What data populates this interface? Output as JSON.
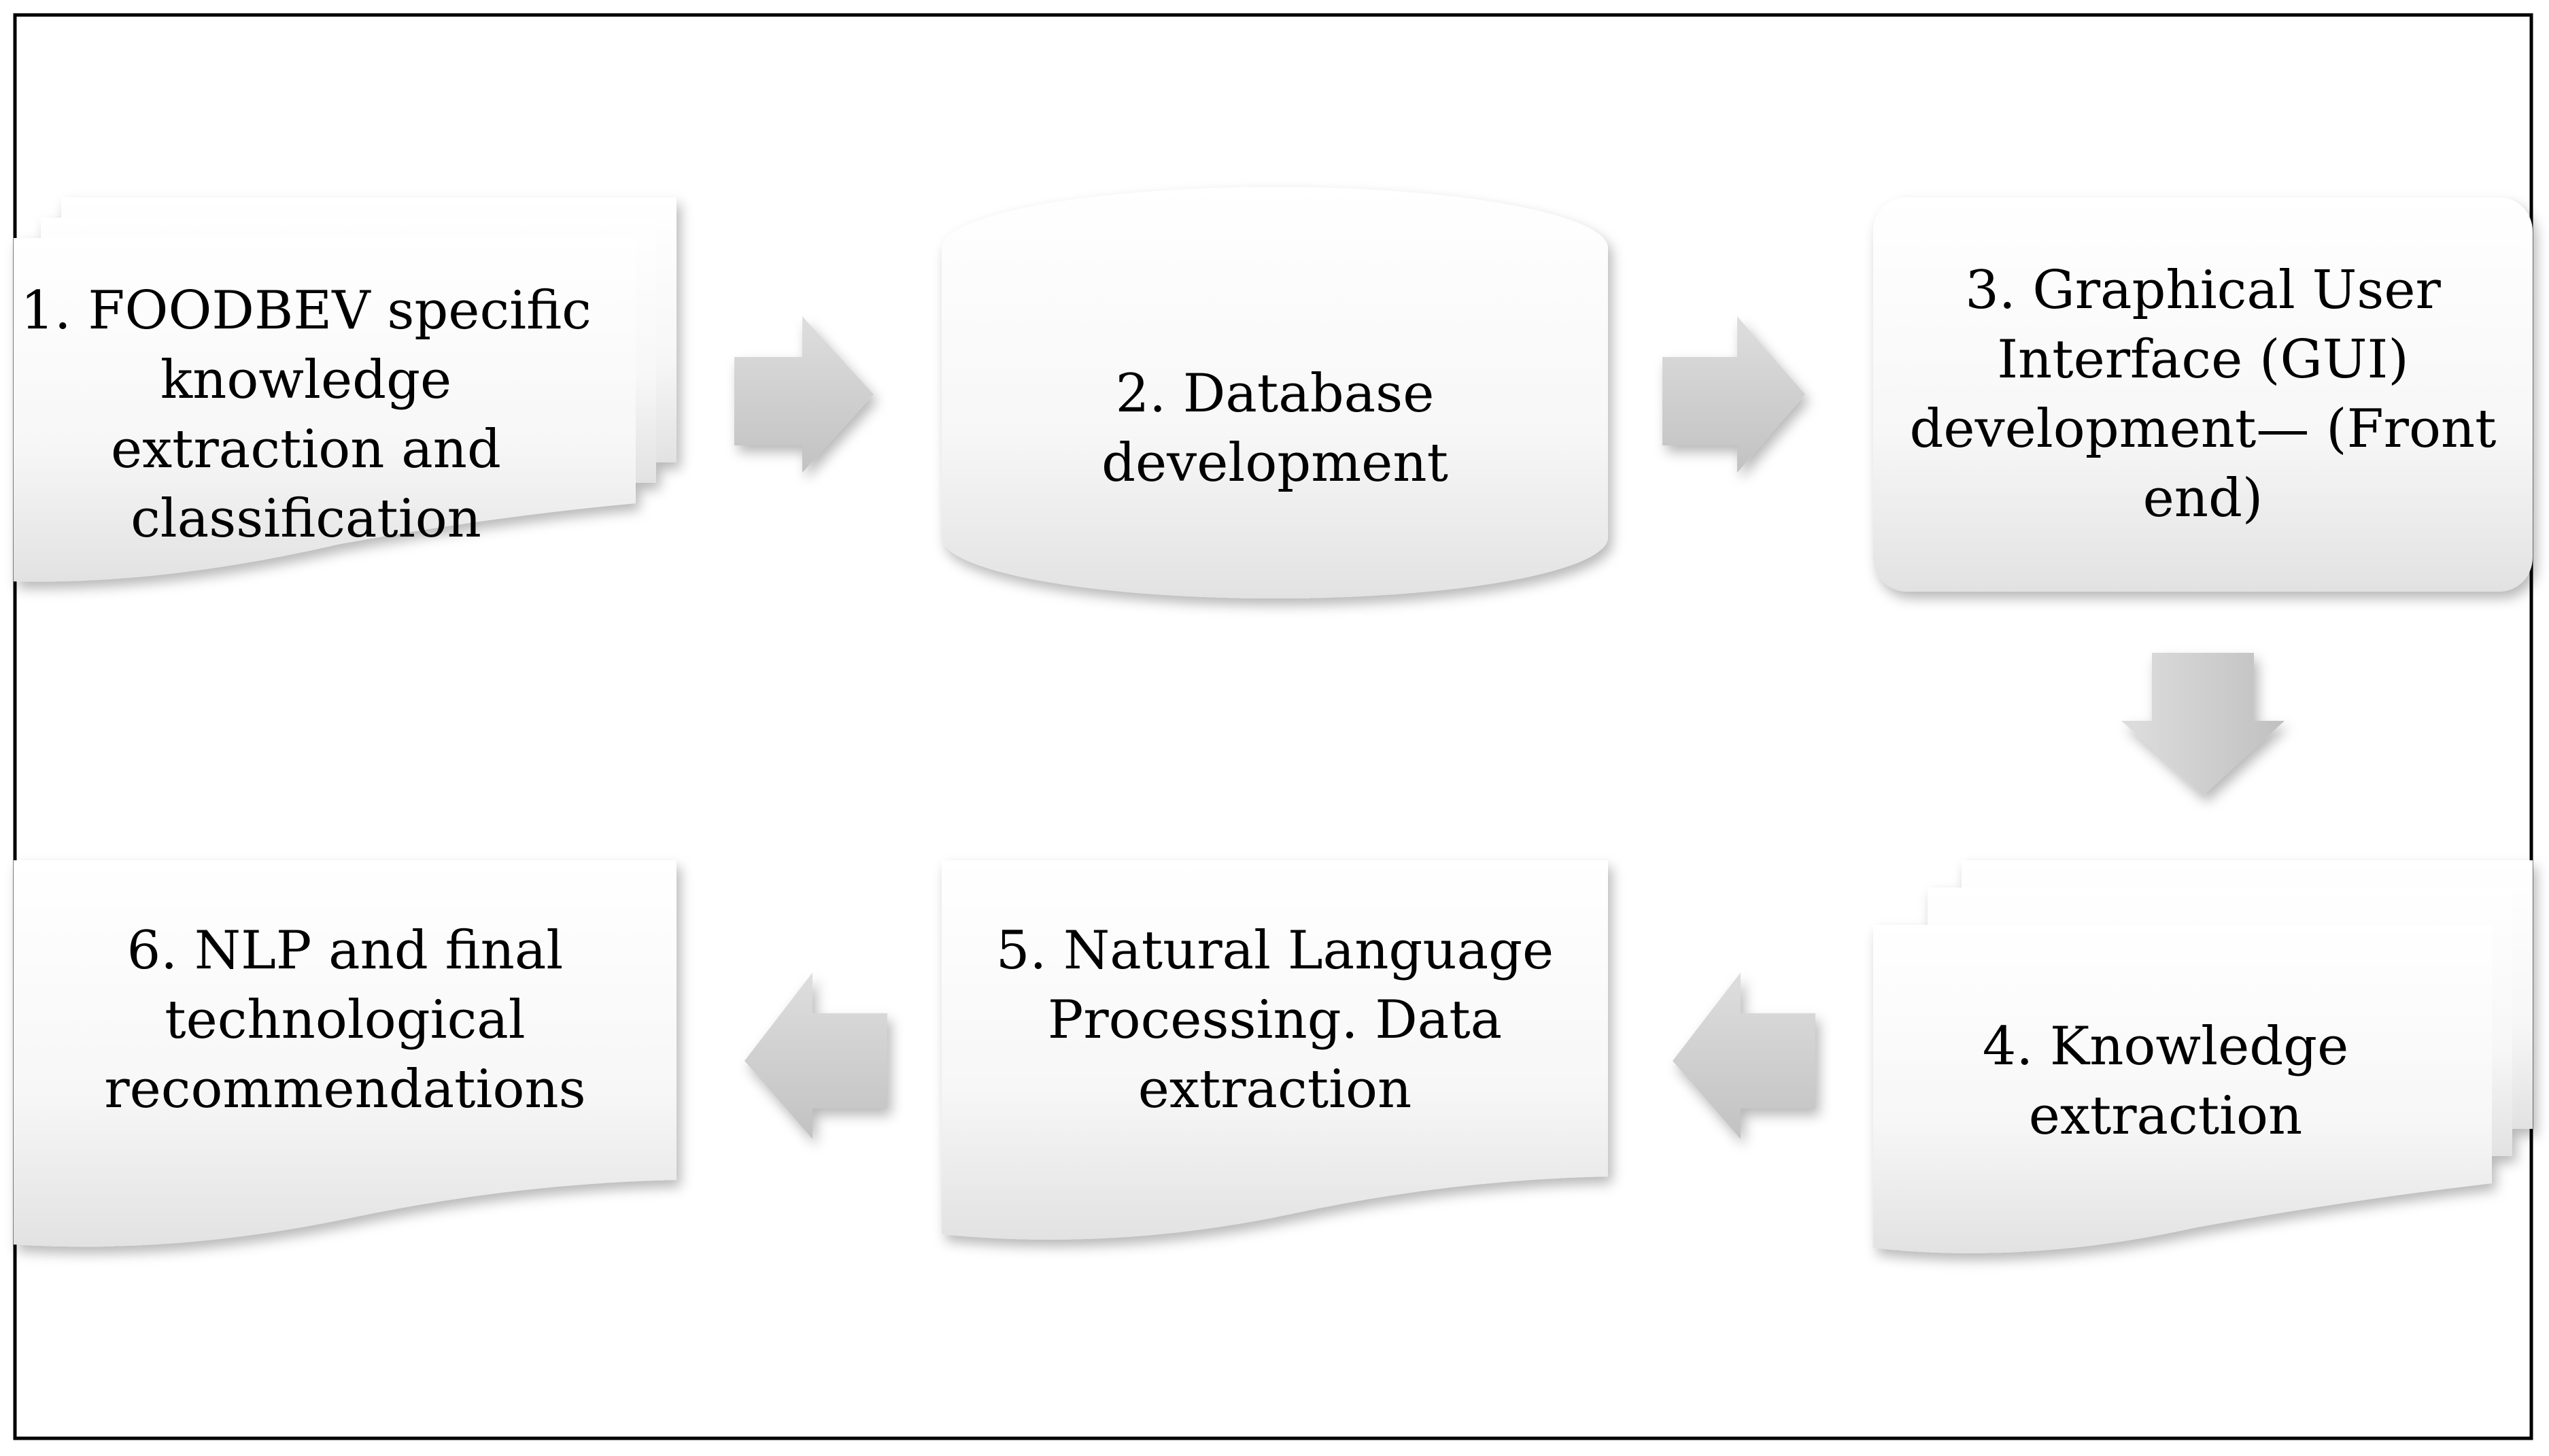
{
  "colors": {
    "frame": "#000000",
    "shape_fill_top": "#ffffff",
    "shape_fill_bottom": "#e0e0e0",
    "arrow_fill_light": "#dcdcdc",
    "arrow_fill_dark": "#b9b9b9",
    "text": "#000000"
  },
  "nodes": [
    {
      "id": "1",
      "shape": "multi-document",
      "lines": [
        "1. FOODBEV specific",
        "knowledge",
        "extraction and",
        "classification"
      ]
    },
    {
      "id": "2",
      "shape": "database-cylinder",
      "lines": [
        "2. Database",
        "development"
      ]
    },
    {
      "id": "3",
      "shape": "rounded-rectangle",
      "lines": [
        "3. Graphical User",
        "Interface (GUI)",
        "development— (Front",
        "end)"
      ]
    },
    {
      "id": "4",
      "shape": "multi-document",
      "lines": [
        "4. Knowledge",
        "extraction"
      ]
    },
    {
      "id": "5",
      "shape": "document",
      "lines": [
        "5. Natural Language",
        "Processing. Data",
        "extraction"
      ]
    },
    {
      "id": "6",
      "shape": "document",
      "lines": [
        "6. NLP and final",
        "technological",
        "recommendations"
      ]
    }
  ],
  "arrows": [
    {
      "from": "1",
      "to": "2",
      "direction": "right"
    },
    {
      "from": "2",
      "to": "3",
      "direction": "right"
    },
    {
      "from": "3",
      "to": "4",
      "direction": "down"
    },
    {
      "from": "4",
      "to": "5",
      "direction": "left"
    },
    {
      "from": "5",
      "to": "6",
      "direction": "left"
    }
  ]
}
